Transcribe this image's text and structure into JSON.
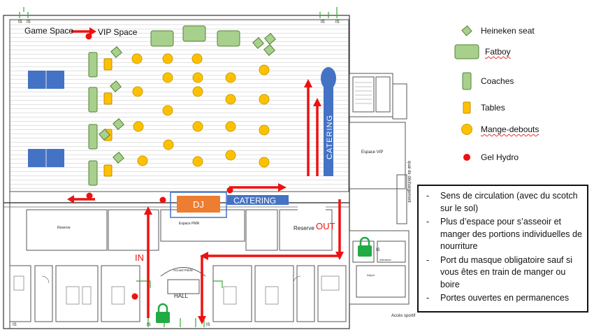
{
  "labels": {
    "game_space": "Game Space",
    "vip_space": "VIP Space",
    "dj": "DJ",
    "catering_h": "CATERING",
    "catering_v": "CATERING",
    "in": "IN",
    "out": "OUT",
    "hall": "HALL",
    "espace_vip": "Espace VIP",
    "quai": "quai de déchargement",
    "reserve_1": "Reserve",
    "reserve_2": "Reserve",
    "espace_pmr": "Espace PMR",
    "accueil": "Accueil Public",
    "acces_sportif": "Accès sportif",
    "infirmerie": "Infirmerie",
    "depot": "Dépôt",
    "is": "IS"
  },
  "legend": [
    {
      "icon": "heineken-seat",
      "label": "Heineken seat",
      "squiggle": false
    },
    {
      "icon": "fatboy",
      "label": "Fatboy",
      "squiggle": true
    },
    {
      "icon": "coach",
      "label": "Coaches",
      "squiggle": false
    },
    {
      "icon": "table",
      "label": "Tables",
      "squiggle": false
    },
    {
      "icon": "mange-debout",
      "label": "Mange-debouts",
      "squiggle": true
    },
    {
      "icon": "gel-hydro",
      "label": "Gel Hydro",
      "squiggle": false
    }
  ],
  "notes": [
    "Sens de circulation (avec du scotch sur le sol)",
    "Plus d’espace pour s’asseoir et manger des portions individuelles de nourriture",
    "Port du masque obligatoire sauf si vous êtes en train de manger ou boire",
    "Portes ouvertes en permanences"
  ],
  "colors": {
    "seat_fill": "#a8d08d",
    "seat_stroke": "#548235",
    "table_fill": "#ffc000",
    "table_stroke": "#bf8f00",
    "mange_fill": "#ffc000",
    "mange_stroke": "#c9a000",
    "gel": "#ee1111",
    "arrow": "#ee1111",
    "dj_fill": "#ed7d31",
    "catering_fill": "#4472c4",
    "game_table": "#4472c4",
    "lock": "#22aa44"
  }
}
